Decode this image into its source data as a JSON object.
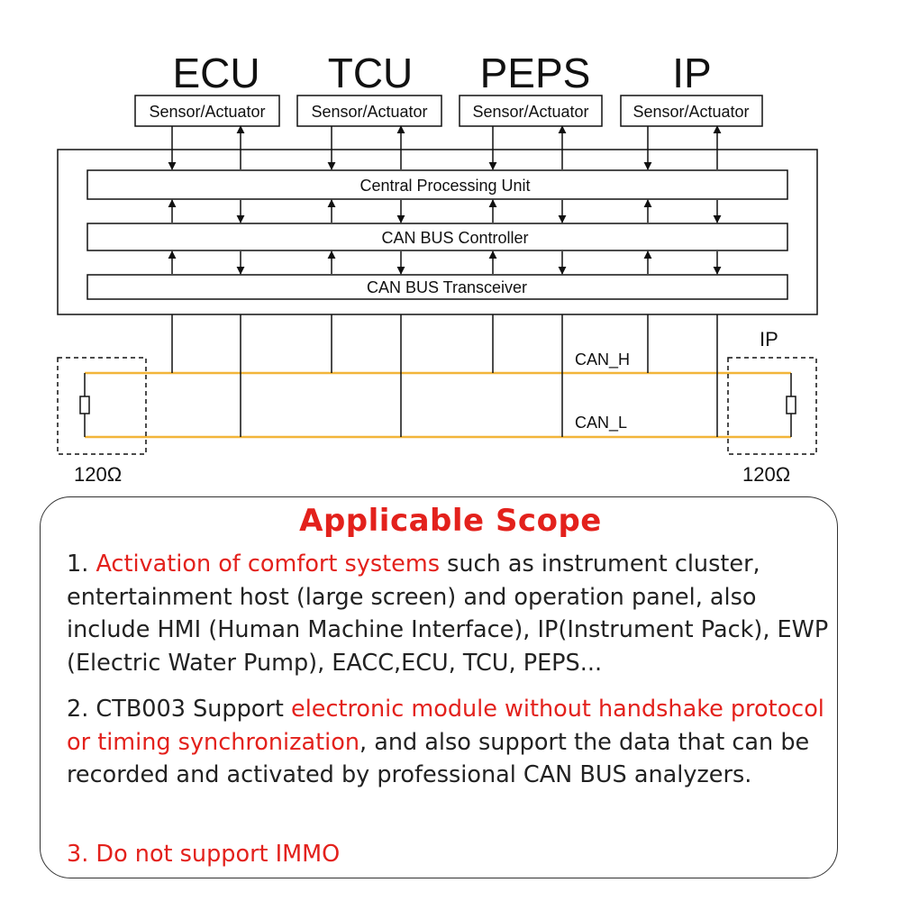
{
  "diagram": {
    "modules": [
      {
        "name": "ECU",
        "box": "Sensor/Actuator"
      },
      {
        "name": "TCU",
        "box": "Sensor/Actuator"
      },
      {
        "name": "PEPS",
        "box": "Sensor/Actuator"
      },
      {
        "name": "IP",
        "box": "Sensor/Actuator"
      }
    ],
    "layers": {
      "cpu": "Central Processing Unit",
      "controller": "CAN BUS Controller",
      "transceiver": "CAN BUS Transceiver"
    },
    "bus": {
      "high": "CAN_H",
      "low": "CAN_L"
    },
    "terminals": {
      "left": "120Ω",
      "right": "120Ω",
      "right_tag": "IP"
    },
    "colors": {
      "bus_wire": "#f2b53a",
      "line": "#111111"
    }
  },
  "scope": {
    "title": "Applicable Scope",
    "item1": {
      "num": "1. ",
      "highlight": "Activation of comfort systems",
      "text": " such as instrument cluster, entertainment host (large screen) and operation panel, also include HMI (Human Machine Interface), IP(Instrument Pack), EWP (Electric Water Pump), EACC,ECU, TCU, PEPS..."
    },
    "item2": {
      "prefix": "2. CTB003 Support ",
      "highlight": "electronic module without handshake protocol or timing synchronization",
      "text": ", and also support the data that can be recorded and activated by professional CAN BUS analyzers."
    },
    "item3": {
      "text": "3. Do not support IMMO"
    },
    "colors": {
      "accent": "#e3211c",
      "text": "#222222",
      "border": "#333333"
    }
  }
}
